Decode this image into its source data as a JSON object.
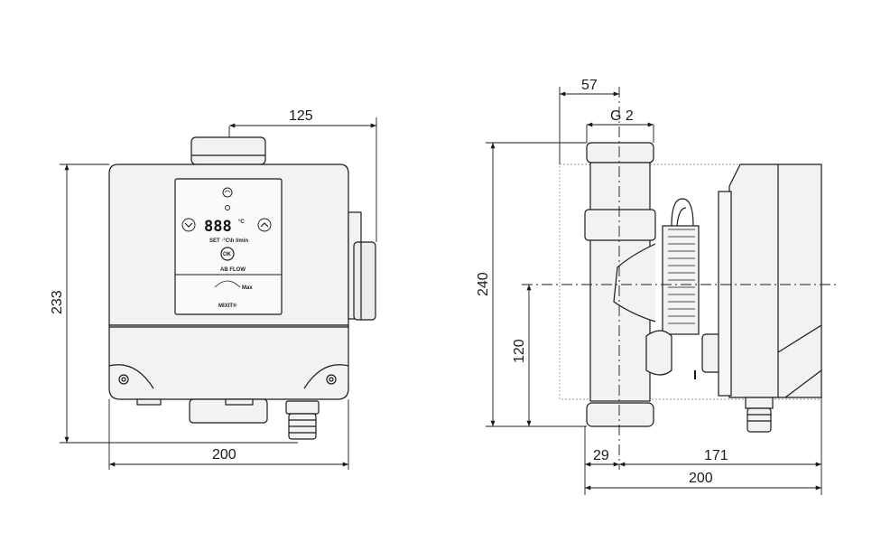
{
  "front_view": {
    "dimensions": {
      "width": "200",
      "height": "233",
      "offset": "125"
    },
    "panel": {
      "display": "888",
      "unit": "°C",
      "labels_row": "SET ·°C\\h  l/min",
      "ok": "OK",
      "airflow": "AB FLOW",
      "max": "Max",
      "brand": "MIXIT®"
    }
  },
  "side_view": {
    "dimensions": {
      "connection": "57",
      "thread": "G 2",
      "total_height": "240",
      "axis_height": "120",
      "axis_offset": "29",
      "body_depth": "171",
      "total_depth": "200"
    }
  },
  "colors": {
    "line": "#1a1a1a",
    "body": "#f2f2f2",
    "panel": "#fafafa",
    "hidden_line": "#9a9a9a"
  }
}
